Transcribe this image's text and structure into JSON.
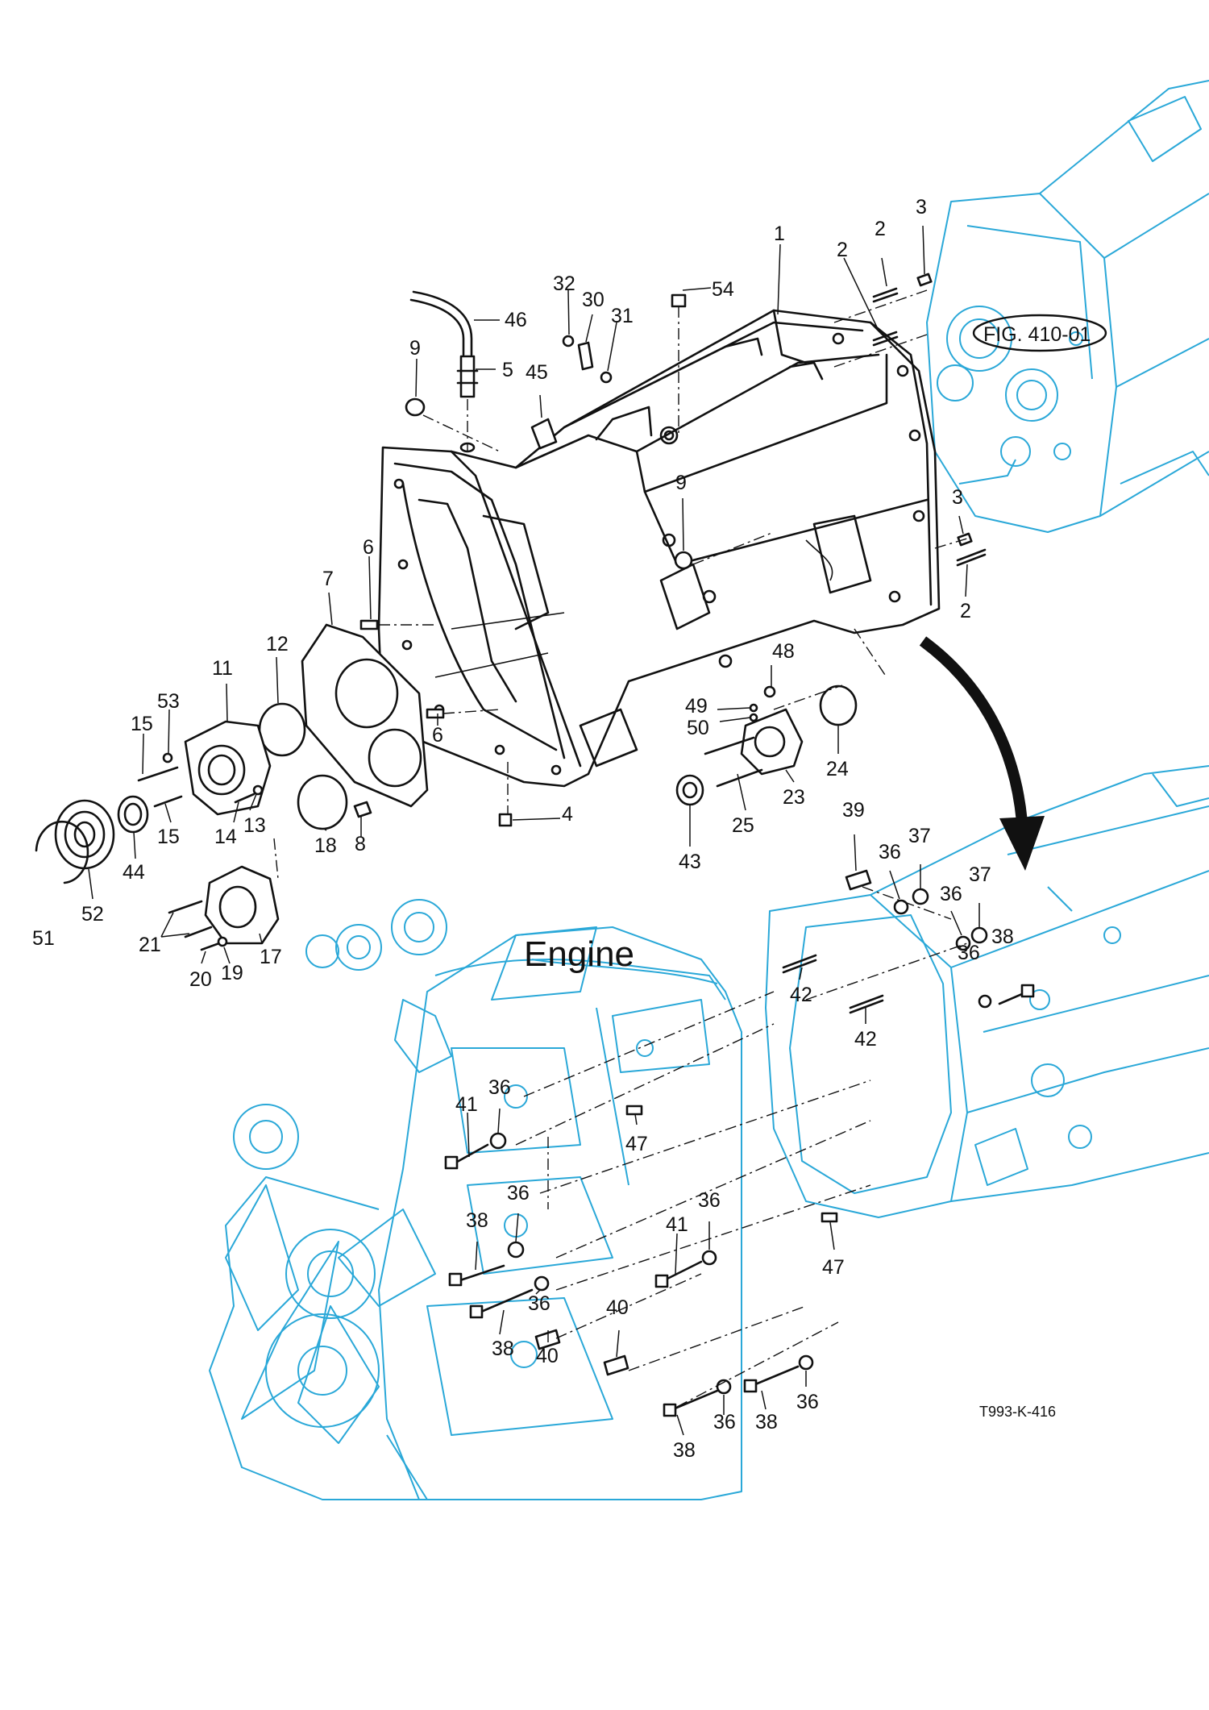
{
  "colors": {
    "line_art": "#111111",
    "background_art": "#2aa8d8",
    "background": "#ffffff"
  },
  "labels": {
    "engine": "Engine",
    "figure_ref": "FIG. 410-01",
    "drawing_code": "T993-K-416"
  },
  "callouts": [
    "1",
    "2",
    "2",
    "3",
    "3",
    "2",
    "54",
    "32",
    "30",
    "31",
    "46",
    "5",
    "45",
    "9",
    "9",
    "6",
    "6",
    "7",
    "12",
    "11",
    "53",
    "15",
    "15",
    "14",
    "13",
    "18",
    "8",
    "4",
    "48",
    "49",
    "50",
    "24",
    "23",
    "25",
    "43",
    "44",
    "52",
    "51",
    "21",
    "20",
    "19",
    "17",
    "39",
    "36",
    "37",
    "36",
    "37",
    "36",
    "38",
    "42",
    "42",
    "41",
    "36",
    "47",
    "38",
    "36",
    "36",
    "38",
    "41",
    "36",
    "47",
    "40",
    "40",
    "38",
    "36",
    "38",
    "36"
  ]
}
